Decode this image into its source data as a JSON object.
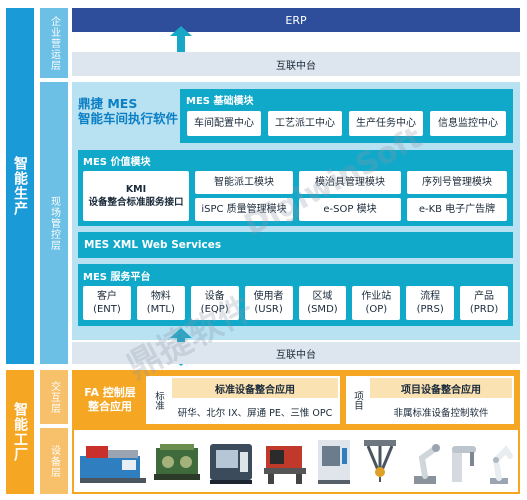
{
  "left": {
    "main_top": "智能生产",
    "main_bottom": "智能工厂",
    "layer_enterprise": "企业营运层",
    "layer_site": "现场管控层",
    "layer_interaction": "交互层",
    "layer_equipment": "设备层"
  },
  "erp": "ERP",
  "hub_top": "互联中台",
  "hub_bottom": "互联中台",
  "brand": {
    "line1": "鼎捷 MES",
    "line2": "智能车间执行软件"
  },
  "basic": {
    "header": "MES 基础模块",
    "items": [
      "车间配置中心",
      "工艺派工中心",
      "生产任务中心",
      "信息监控中心"
    ]
  },
  "value": {
    "header": "MES 价值模块",
    "kmi_line1": "KMI",
    "kmi_line2": "设备整合标准服务接口",
    "items": [
      "智能派工模块",
      "模治具管理模块",
      "序列号管理模块",
      "iSPC 质量管理模块",
      "e-SOP 模块",
      "e-KB 电子广告牌"
    ]
  },
  "xml": "MES XML Web Services",
  "service": {
    "header": "MES 服务平台",
    "items": [
      {
        "name": "客户",
        "code": "(ENT)"
      },
      {
        "name": "物料",
        "code": "(MTL)"
      },
      {
        "name": "设备",
        "code": "(EQP)"
      },
      {
        "name": "使用者",
        "code": "(USR)"
      },
      {
        "name": "区域",
        "code": "(SMD)"
      },
      {
        "name": "作业站",
        "code": "(OP)"
      },
      {
        "name": "流程",
        "code": "(PRS)"
      },
      {
        "name": "产品",
        "code": "(PRD)"
      }
    ]
  },
  "fa": {
    "title_line1": "FA 控制层",
    "title_line2": "整合应用",
    "standard_tag": "标准",
    "standard_title": "标准设备整合应用",
    "standard_desc": "研华、北尔 IX、屏通 PE、三惟 OPC",
    "project_tag": "项目",
    "project_title": "项目设备整合应用",
    "project_desc": "非属标准设备控制软件"
  },
  "machines": [
    "injection-molding-machine",
    "textile-machine",
    "cnc-lathe",
    "band-saw",
    "machining-center",
    "delta-robot",
    "robot-arm",
    "scara-robot",
    "six-axis-robot"
  ],
  "colors": {
    "blue_main": "#1a9ad6",
    "blue_sub": "#6cc0e6",
    "erp": "#2e4d9a",
    "panel": "#b8e1f2",
    "teal": "#11a9c9",
    "orange": "#f5a623",
    "orange_sub": "#f7c16c",
    "brand": "#0b7fc4"
  }
}
